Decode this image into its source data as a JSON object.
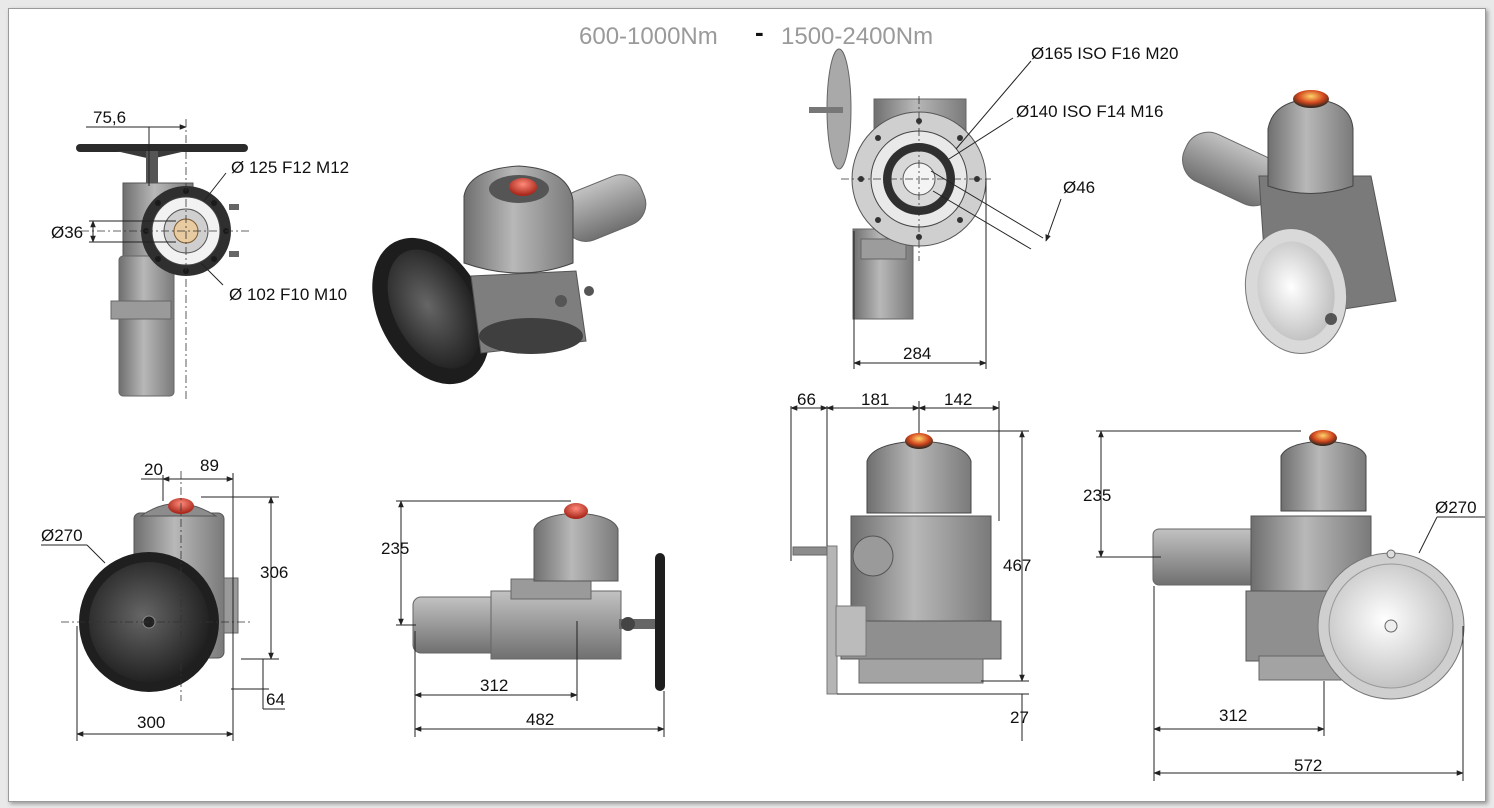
{
  "title": {
    "left": "600-1000Nm",
    "sep": "-",
    "right": "1500-2400Nm"
  },
  "left_group": {
    "front": {
      "dim_75_6": "75,6",
      "flange_outer": "Ø 125 F12 M12",
      "shaft": "Ø36",
      "flange_inner": "Ø 102 F10 M10"
    },
    "side": {
      "handwheel": "Ø270",
      "d20": "20",
      "d89": "89",
      "d306": "306",
      "d64": "64",
      "d300": "300"
    },
    "rear": {
      "d235": "235",
      "d312": "312",
      "d482": "482"
    }
  },
  "right_group": {
    "front": {
      "flange_outer": "Ø165 ISO F16 M20",
      "flange_inner": "Ø140 ISO F14 M16",
      "shaft": "Ø46",
      "d284": "284"
    },
    "side": {
      "d66": "66",
      "d181": "181",
      "d142": "142",
      "d467": "467",
      "d27": "27"
    },
    "rear": {
      "d235": "235",
      "handwheel": "Ø270",
      "d312": "312",
      "d572": "572"
    }
  },
  "colors": {
    "frame_border": "#9a9a9a",
    "title": "#9a9a9a",
    "body_grey": "#8a8a8a",
    "dark": "#2e2e2e",
    "indicator": "#d23a2a"
  }
}
